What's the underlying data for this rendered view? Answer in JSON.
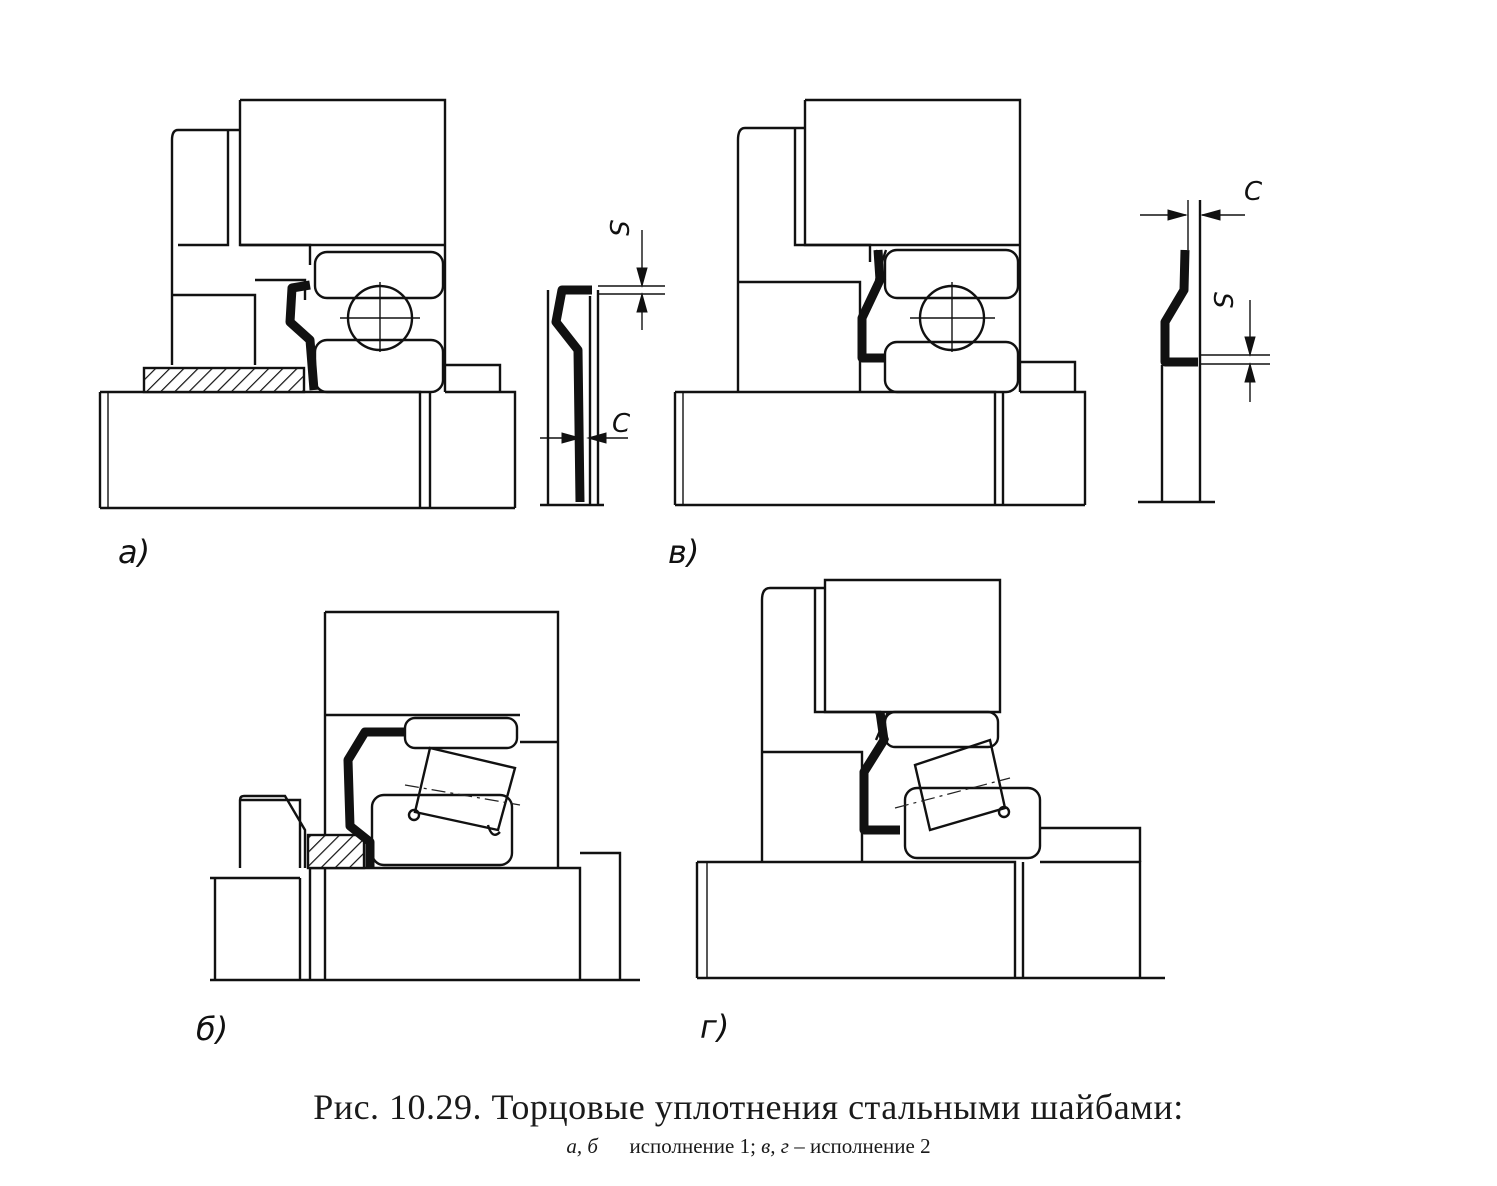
{
  "figure": {
    "panel_labels": {
      "a": "а)",
      "b": "б)",
      "v": "в)",
      "g": "г)"
    },
    "dimension_labels": {
      "thickness": "S",
      "gap": "C"
    }
  },
  "caption": {
    "main": "Рис. 10.29. Торцовые уплотнения стальными шайбами:",
    "sub_ab": "а, б",
    "sub_text1": "исполнение 1;",
    "sub_vg": "в, г –",
    "sub_text2": "исполнение 2"
  }
}
